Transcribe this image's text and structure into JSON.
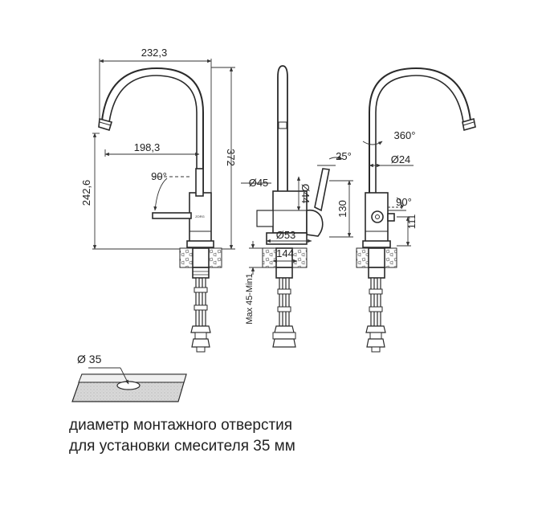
{
  "dimensions": {
    "overall_width": "232,3",
    "spout_reach": "198,3",
    "height_total": "372",
    "height_to_spout": "242,6",
    "lever_angle_front": "90°",
    "swivel": "360°",
    "lever_tilt": "25°",
    "spout_diameter": "Ø24",
    "body_diameter": "Ø45",
    "lever_diameter": "Ø44",
    "body_height": "130",
    "base_diameter": "Ø53",
    "base_width": "144",
    "lever_angle_side": "90°",
    "lever_height": "111",
    "mount_thickness": "Max 45-Min1",
    "hole_diameter": "Ø 35"
  },
  "brand_mark": "ZORG",
  "caption": {
    "line1": "диаметр монтажного отверстия",
    "line2": "для установки смесителя 35 мм"
  },
  "colors": {
    "line": "#2a2a2a",
    "dim_line": "#333333",
    "slab_fill": "#d6d6d6",
    "slab_top": "#eeeeee"
  }
}
